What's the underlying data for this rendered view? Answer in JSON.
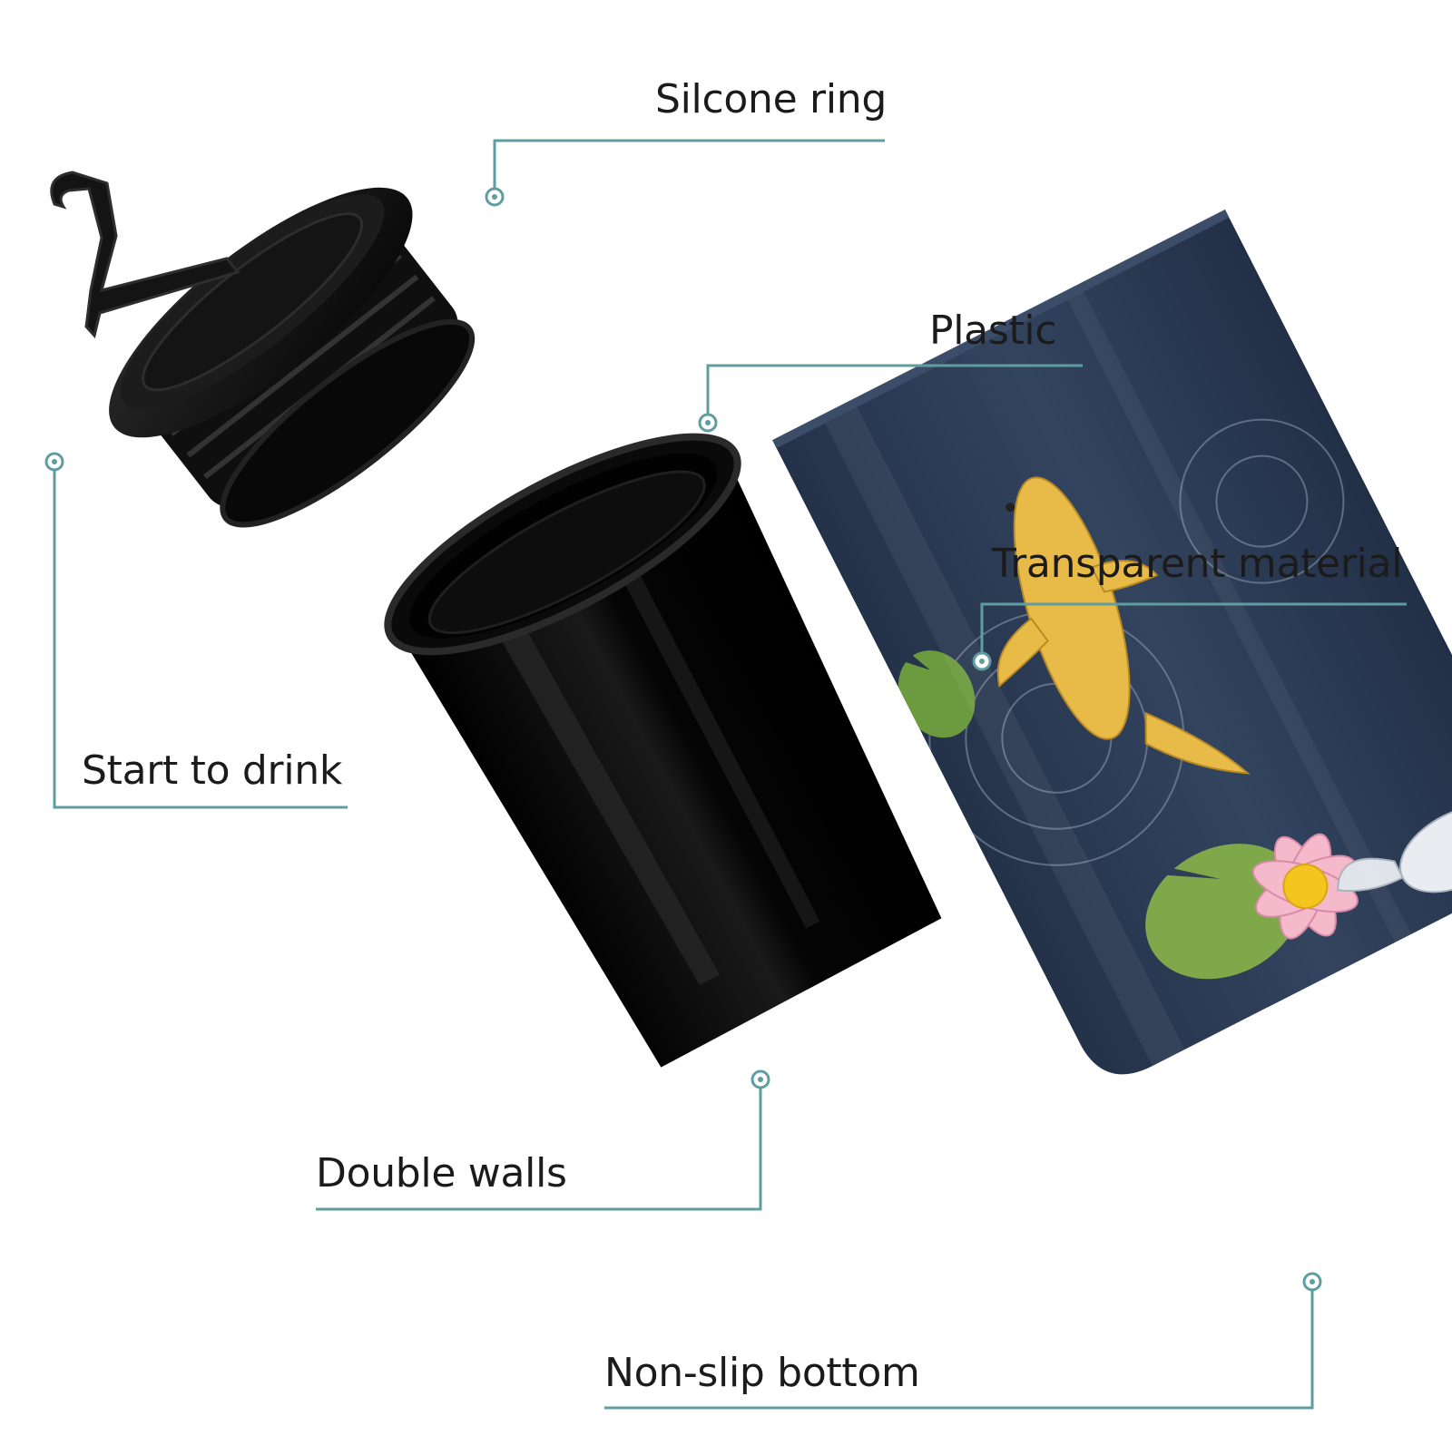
{
  "colors": {
    "callout_line": "#5f9ea0",
    "lid_black": "#0c0c0c",
    "inner_cup_black": "#060606",
    "sleeve_navy": "#2d3c55",
    "koi_gold": "#e7b948",
    "lily_pad_green": "#78a843",
    "lotus_pink": "#f2b4c8",
    "lotus_center": "#f4c21f",
    "koi_red": "#b51e1e"
  },
  "callouts": {
    "silicone_ring": {
      "label": "Silcone ring"
    },
    "plastic": {
      "label": "Plastic"
    },
    "transparent_material": {
      "label": "Transparent material"
    },
    "start_to_drink": {
      "label": "Start to drink"
    },
    "double_walls": {
      "label": "Double walls"
    },
    "non_slip_bottom": {
      "label": "Non-slip bottom"
    }
  }
}
